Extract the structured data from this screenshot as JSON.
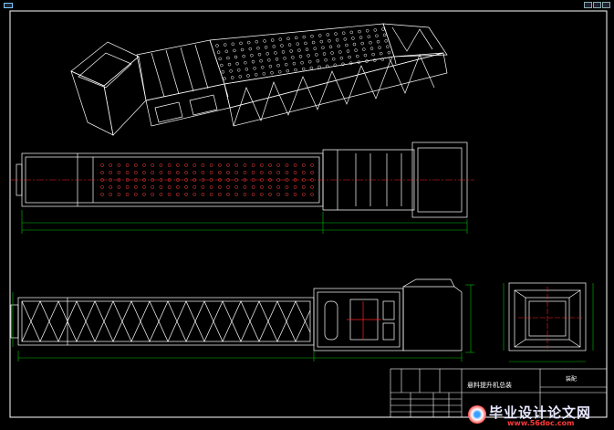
{
  "window": {
    "controls": [
      "minimize-icon",
      "restore-icon",
      "close-icon"
    ],
    "tab_icon": "drawing-tab-icon"
  },
  "title_block": {
    "name": "悬料提升机总装",
    "top_right_label": "装配"
  },
  "watermark": {
    "text": "毕业设计论文网",
    "url": "www.56doc.com",
    "colors": {
      "text": "#e8e8ff",
      "url": "#ff3a3a",
      "logo": "#3aa0ff"
    }
  },
  "colors": {
    "background": "#000000",
    "outline": "#ffffff",
    "dimension": "#00c000",
    "center": "#ff2020",
    "hole": "#ff4040"
  }
}
